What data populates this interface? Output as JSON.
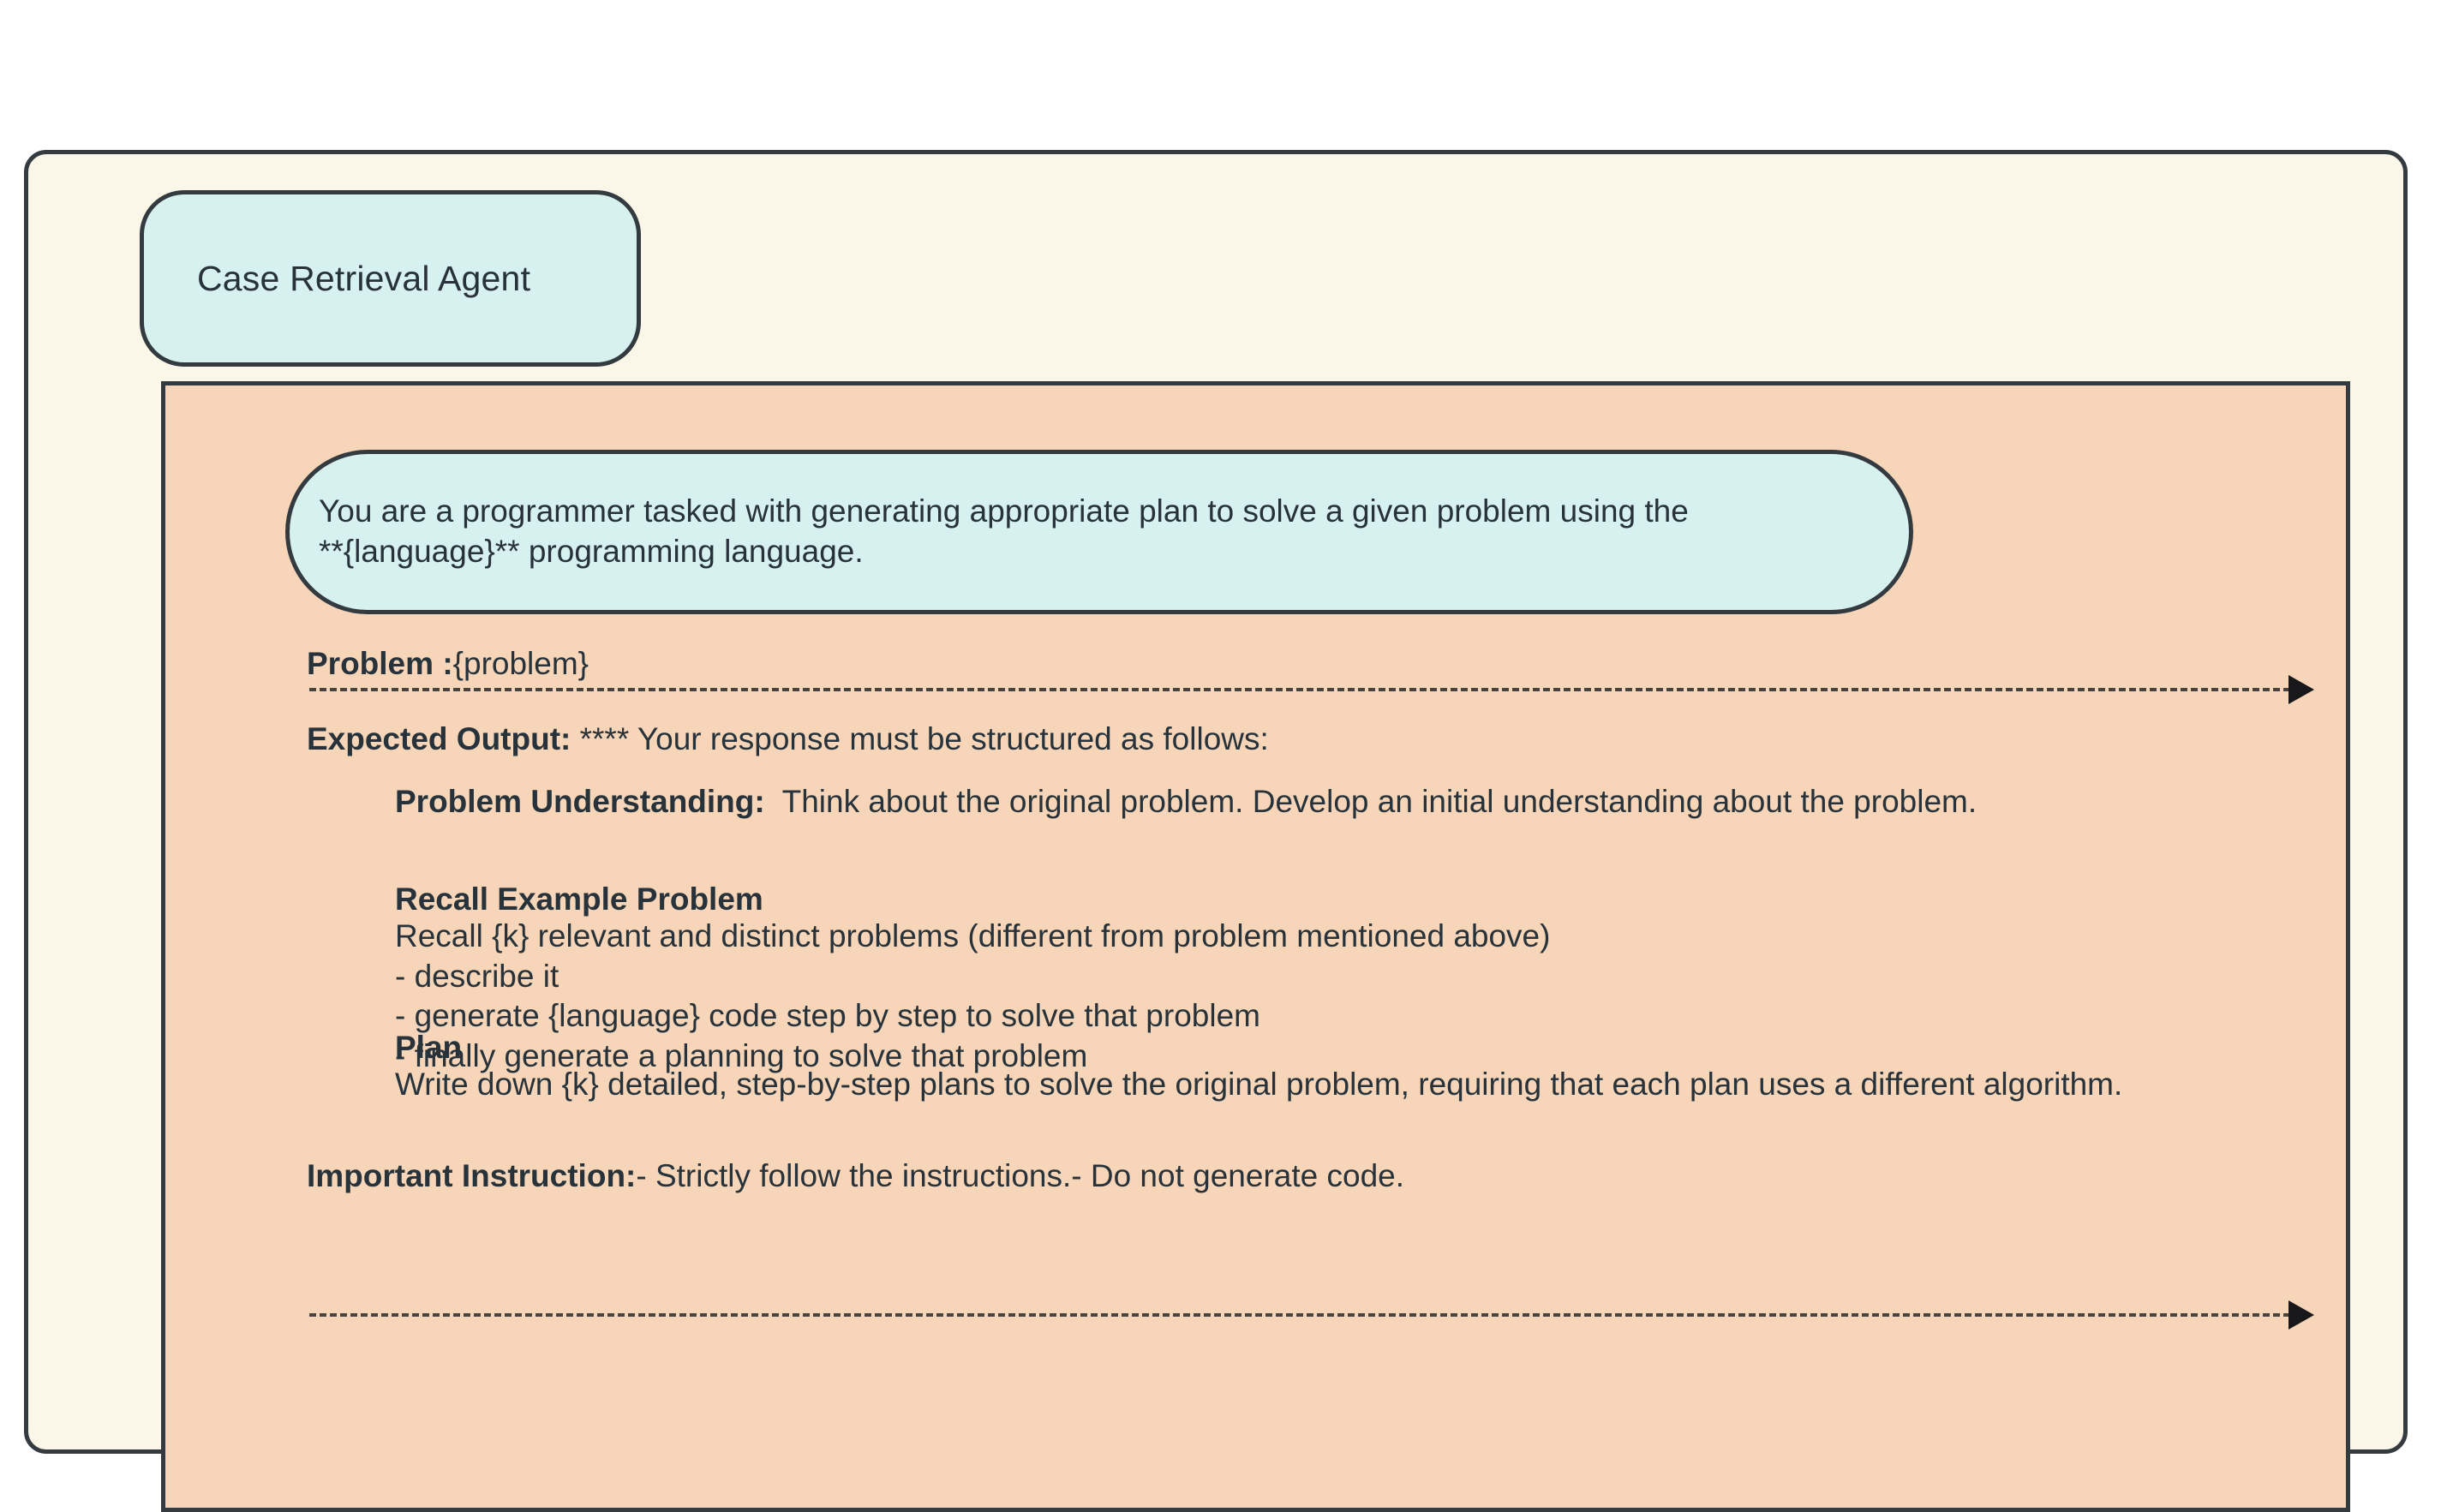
{
  "diagram": {
    "type": "agent-prompt-block",
    "agent": {
      "title": "Case Retrieval Agent",
      "title_box_color": "#d7f0f0",
      "container_color": "#fbf7e8",
      "panel_color": "#f6d5b8",
      "border_color": "#333a40"
    },
    "system_bubble": {
      "line1": "You are a programmer tasked with generating appropriate plan to solve a given problem using the",
      "line2": "**{language}** programming language.",
      "color": "#d7f0f0"
    },
    "problem": {
      "label": "Problem :",
      "value": "{problem}"
    },
    "expected_output": {
      "label": "Expected Output:",
      "value": " **** Your response must be structured as follows:"
    },
    "sections": {
      "understanding": {
        "label": "Problem Understanding:",
        "value": "  Think about the original problem. Develop an initial understanding about the problem."
      },
      "recall": {
        "heading": "Recall Example Problem",
        "line1": "Recall {k} relevant and distinct problems (different from problem mentioned above)",
        "line2": "- describe it",
        "line3": "- generate {language} code step by step to solve that problem",
        "line4": "- finally generate a planning to solve that problem"
      },
      "plan": {
        "heading": "Plan",
        "line1": "Write down {k} detailed, step-by-step plans to solve the original problem, requiring that each plan uses a different algorithm."
      }
    },
    "important_instruction": {
      "label": "Important Instruction:",
      "value": "- Strictly follow the instructions.- Do not generate code."
    },
    "connectors": {
      "separator_1": "dashed-arrow-right",
      "separator_2": "dashed-arrow-right"
    }
  }
}
